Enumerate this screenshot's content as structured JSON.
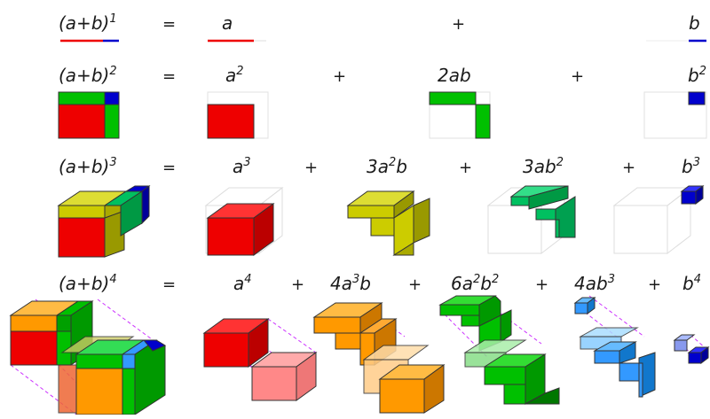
{
  "colors": {
    "a_red": "#ee0000",
    "b_blue": "#0000cc",
    "ab_green": "#00c000",
    "yellow": "#cccc00",
    "teal": "#00c060",
    "orange": "#ff9900",
    "sky": "#3399ff",
    "outline": "#cccccc",
    "dashed": "#cc33ff"
  },
  "rows": [
    {
      "lhs": {
        "base": "(a+b)",
        "exp": "1"
      },
      "eq": "=",
      "terms": [
        {
          "coef": "",
          "parts": [
            [
              "a",
              ""
            ]
          ]
        },
        {
          "coef": "",
          "parts": [
            [
              "b",
              ""
            ]
          ]
        }
      ],
      "plus": [
        "+"
      ]
    },
    {
      "lhs": {
        "base": "(a+b)",
        "exp": "2"
      },
      "eq": "=",
      "terms": [
        {
          "coef": "",
          "parts": [
            [
              "a",
              "2"
            ]
          ]
        },
        {
          "coef": "2",
          "parts": [
            [
              "a",
              ""
            ],
            [
              "b",
              ""
            ]
          ]
        },
        {
          "coef": "",
          "parts": [
            [
              "b",
              "2"
            ]
          ]
        }
      ],
      "plus": [
        "+",
        "+"
      ]
    },
    {
      "lhs": {
        "base": "(a+b)",
        "exp": "3"
      },
      "eq": "=",
      "terms": [
        {
          "coef": "",
          "parts": [
            [
              "a",
              "3"
            ]
          ]
        },
        {
          "coef": "3",
          "parts": [
            [
              "a",
              "2"
            ],
            [
              "b",
              ""
            ]
          ]
        },
        {
          "coef": "3",
          "parts": [
            [
              "a",
              ""
            ],
            [
              "b",
              "2"
            ]
          ]
        },
        {
          "coef": "",
          "parts": [
            [
              "b",
              "3"
            ]
          ]
        }
      ],
      "plus": [
        "+",
        "+",
        "+"
      ]
    },
    {
      "lhs": {
        "base": "(a+b)",
        "exp": "4"
      },
      "eq": "=",
      "terms": [
        {
          "coef": "",
          "parts": [
            [
              "a",
              "4"
            ]
          ]
        },
        {
          "coef": "4",
          "parts": [
            [
              "a",
              "3"
            ],
            [
              "b",
              ""
            ]
          ]
        },
        {
          "coef": "6",
          "parts": [
            [
              "a",
              "2"
            ],
            [
              "b",
              "2"
            ]
          ]
        },
        {
          "coef": "4",
          "parts": [
            [
              "a",
              ""
            ],
            [
              "b",
              "3"
            ]
          ]
        },
        {
          "coef": "",
          "parts": [
            [
              "b",
              "4"
            ]
          ]
        }
      ],
      "plus": [
        "+",
        "+",
        "+",
        "+"
      ]
    }
  ]
}
